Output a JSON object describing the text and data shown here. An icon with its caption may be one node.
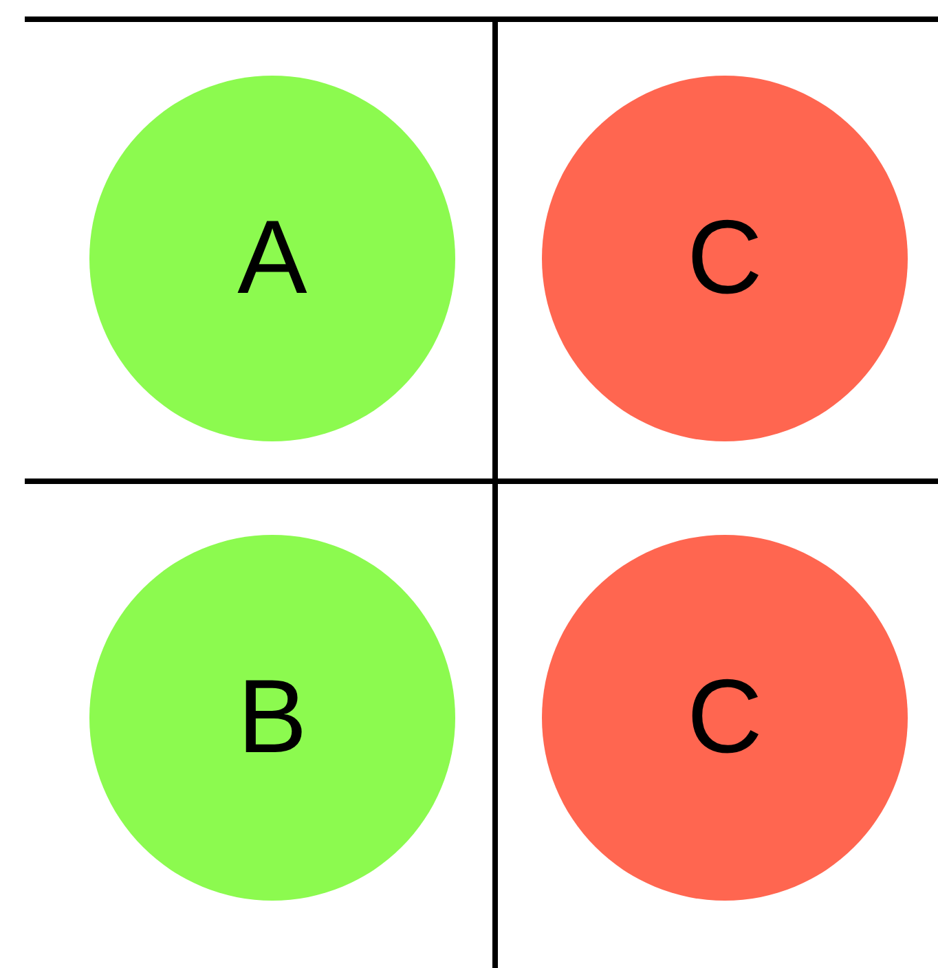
{
  "diagram": {
    "nodes": [
      {
        "text": [
          "A"
        ]
      },
      {
        "text": [
          "C"
        ]
      },
      {
        "text": [
          "B"
        ]
      },
      {
        "text": [
          "C"
        ]
      }
    ]
  }
}
